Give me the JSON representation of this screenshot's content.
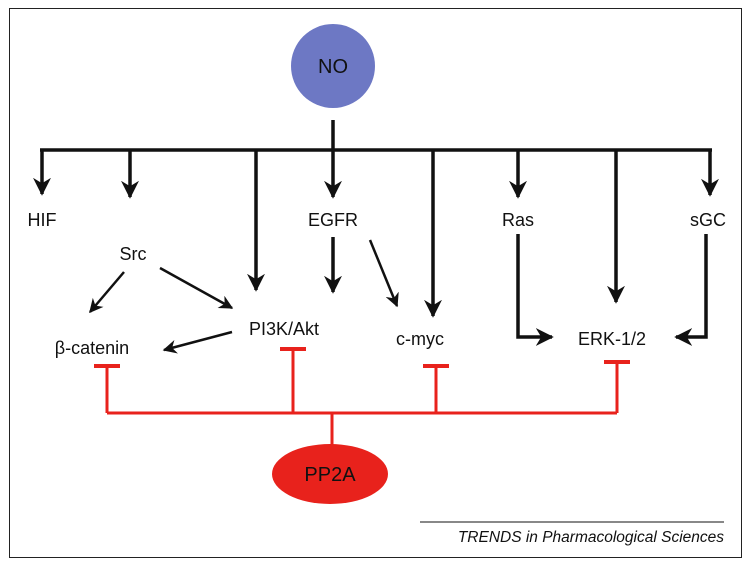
{
  "nodes": {
    "no": "NO",
    "pp2a": "PP2A"
  },
  "labels": {
    "hif": "HIF",
    "src": "Src",
    "egfr": "EGFR",
    "ras": "Ras",
    "sgc": "sGC",
    "beta_catenin": "β-catenin",
    "pi3k_akt": "PI3K/Akt",
    "c_myc": "c-myc",
    "erk": "ERK-1/2"
  },
  "credit": "TRENDS in Pharmacological Sciences",
  "colors": {
    "activation": "#111111",
    "inhibition": "#e8221c",
    "no_node": "#6d78c4",
    "pp2a_node": "#e8221c",
    "frame": "#222222"
  }
}
